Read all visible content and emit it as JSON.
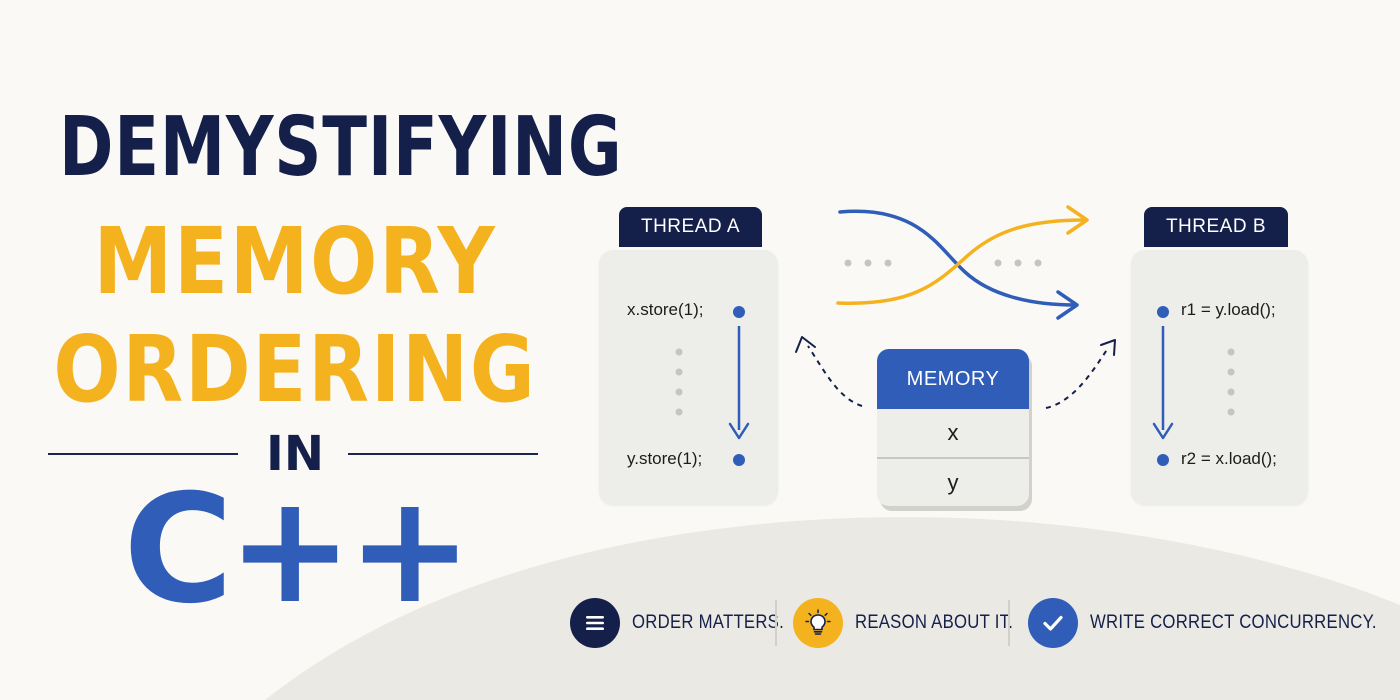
{
  "title": {
    "line1": "DEMYSTIFYING",
    "line2": "MEMORY",
    "line3": "ORDERING",
    "connector": "IN",
    "language": "C++"
  },
  "thread_a": {
    "label": "THREAD A",
    "first_op": "x.store(1);",
    "second_op": "y.store(1);"
  },
  "thread_b": {
    "label": "THREAD B",
    "first_op": "r1 = y.load();",
    "second_op": "r2 = x.load();"
  },
  "memory": {
    "label": "MEMORY",
    "cells": [
      "x",
      "y"
    ]
  },
  "features": [
    {
      "icon": "list-icon",
      "label": "ORDER MATTERS.",
      "color": "#14204a"
    },
    {
      "icon": "lightbulb-icon",
      "label": "REASON ABOUT IT.",
      "color": "#f5b21f"
    },
    {
      "icon": "checkmark-icon",
      "label": "WRITE CORRECT CONCURRENCY.",
      "color": "#2f5db8"
    }
  ],
  "colors": {
    "navy": "#14204a",
    "yellow": "#f5b21f",
    "blue": "#2f5db8",
    "card": "#ededea",
    "background": "#faf9f6"
  }
}
